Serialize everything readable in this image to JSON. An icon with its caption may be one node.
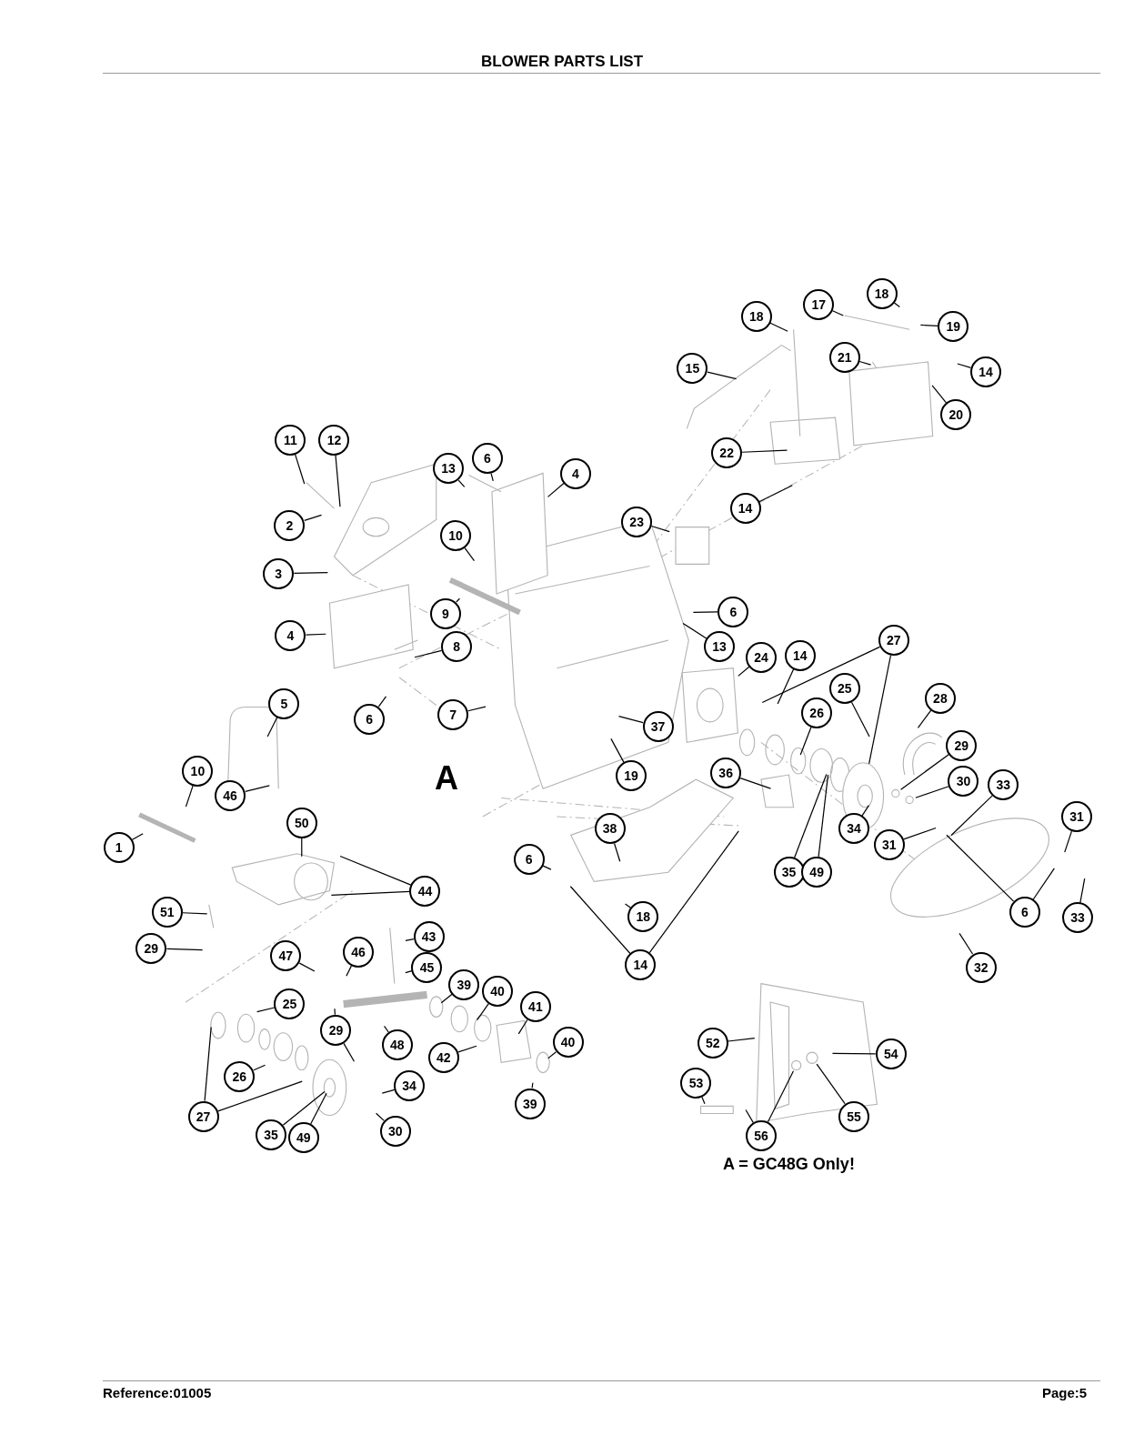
{
  "diagram": {
    "title": "BLOWER PARTS LIST",
    "nodes": [
      {
        "text": [
          "11"
        ]
      },
      {
        "text": [
          "12"
        ]
      },
      {
        "text": [
          "2"
        ]
      },
      {
        "text": [
          "3"
        ]
      },
      {
        "text": [
          "13"
        ]
      },
      {
        "text": [
          "6"
        ]
      },
      {
        "text": [
          "4"
        ]
      },
      {
        "text": [
          "10"
        ]
      },
      {
        "text": [
          "9"
        ]
      },
      {
        "text": [
          "4"
        ]
      },
      {
        "text": [
          "8"
        ]
      },
      {
        "text": [
          "6"
        ]
      },
      {
        "text": [
          "7"
        ]
      },
      {
        "text": [
          "23"
        ]
      },
      {
        "text": [
          "15"
        ]
      },
      {
        "text": [
          "18"
        ]
      },
      {
        "text": [
          "17"
        ]
      },
      {
        "text": [
          "18"
        ]
      },
      {
        "text": [
          "19"
        ]
      },
      {
        "text": [
          "21"
        ]
      },
      {
        "text": [
          "14"
        ]
      },
      {
        "text": [
          "20"
        ]
      },
      {
        "text": [
          "22"
        ]
      },
      {
        "text": [
          "14"
        ]
      },
      {
        "text": [
          "6"
        ]
      },
      {
        "text": [
          "13"
        ]
      },
      {
        "text": [
          "24"
        ]
      },
      {
        "text": [
          "14"
        ]
      },
      {
        "text": [
          "27"
        ]
      },
      {
        "text": [
          "25"
        ]
      },
      {
        "text": [
          "26"
        ]
      },
      {
        "text": [
          "36"
        ]
      },
      {
        "text": [
          "37"
        ]
      },
      {
        "text": [
          "19"
        ]
      },
      {
        "text": [
          "28"
        ]
      },
      {
        "text": [
          "29"
        ]
      },
      {
        "text": [
          "30"
        ]
      },
      {
        "text": [
          "33"
        ]
      },
      {
        "text": [
          "31"
        ]
      },
      {
        "text": [
          "34"
        ]
      },
      {
        "text": [
          "31"
        ]
      },
      {
        "text": [
          "6"
        ]
      },
      {
        "text": [
          "33"
        ]
      },
      {
        "text": [
          "32"
        ]
      },
      {
        "text": [
          "35"
        ]
      },
      {
        "text": [
          "49"
        ]
      },
      {
        "text": [
          "38"
        ]
      },
      {
        "text": [
          "6"
        ]
      },
      {
        "text": [
          "18"
        ]
      },
      {
        "text": [
          "14"
        ]
      },
      {
        "text": [
          "5"
        ]
      },
      {
        "text": [
          "10"
        ]
      },
      {
        "text": [
          "46"
        ]
      },
      {
        "text": [
          "50"
        ]
      },
      {
        "text": [
          "1"
        ]
      },
      {
        "text": [
          "44"
        ]
      },
      {
        "text": [
          "51"
        ]
      },
      {
        "text": [
          "29"
        ]
      },
      {
        "text": [
          "47"
        ]
      },
      {
        "text": [
          "46"
        ]
      },
      {
        "text": [
          "43"
        ]
      },
      {
        "text": [
          "45"
        ]
      },
      {
        "text": [
          "39"
        ]
      },
      {
        "text": [
          "40"
        ]
      },
      {
        "text": [
          "41"
        ]
      },
      {
        "text": [
          "29"
        ]
      },
      {
        "text": [
          "48"
        ]
      },
      {
        "text": [
          "25"
        ]
      },
      {
        "text": [
          "42"
        ]
      },
      {
        "text": [
          "40"
        ]
      },
      {
        "text": [
          "26"
        ]
      },
      {
        "text": [
          "27"
        ]
      },
      {
        "text": [
          "34"
        ]
      },
      {
        "text": [
          "30"
        ]
      },
      {
        "text": [
          "35"
        ]
      },
      {
        "text": [
          "49"
        ]
      },
      {
        "text": [
          "39"
        ]
      },
      {
        "text": [
          "52"
        ]
      },
      {
        "text": [
          "54"
        ]
      },
      {
        "text": [
          "53"
        ]
      },
      {
        "text": [
          "55"
        ]
      },
      {
        "text": [
          "56"
        ]
      }
    ],
    "edges": [
      {
        "from": 0,
        "to": null,
        "arrow": "none"
      },
      {
        "from": 1,
        "to": null,
        "arrow": "none"
      },
      {
        "from": 2,
        "to": null,
        "arrow": "none"
      },
      {
        "from": 3,
        "to": null,
        "arrow": "none"
      },
      {
        "from": 4,
        "to": null,
        "arrow": "none"
      },
      {
        "from": 5,
        "to": null,
        "arrow": "none"
      },
      {
        "from": 6,
        "to": null,
        "arrow": "none"
      },
      {
        "from": 7,
        "to": null,
        "arrow": "none"
      },
      {
        "from": 8,
        "to": null,
        "arrow": "none"
      },
      {
        "from": 9,
        "to": null,
        "arrow": "none"
      },
      {
        "from": 10,
        "to": null,
        "arrow": "none"
      },
      {
        "from": 11,
        "to": null,
        "arrow": "none"
      },
      {
        "from": 12,
        "to": null,
        "arrow": "none"
      },
      {
        "from": 13,
        "to": null,
        "arrow": "none"
      },
      {
        "from": 14,
        "to": null,
        "arrow": "none"
      },
      {
        "from": 15,
        "to": null,
        "arrow": "none"
      },
      {
        "from": 16,
        "to": null,
        "arrow": "none"
      },
      {
        "from": 17,
        "to": null,
        "arrow": "none"
      },
      {
        "from": 18,
        "to": null,
        "arrow": "none"
      },
      {
        "from": 19,
        "to": null,
        "arrow": "none"
      },
      {
        "from": 20,
        "to": null,
        "arrow": "none"
      },
      {
        "from": 21,
        "to": null,
        "arrow": "none"
      },
      {
        "from": 22,
        "to": null,
        "arrow": "none"
      },
      {
        "from": 23,
        "to": null,
        "arrow": "none"
      },
      {
        "from": 24,
        "to": null,
        "arrow": "none"
      },
      {
        "from": 25,
        "to": null,
        "arrow": "none"
      },
      {
        "from": 26,
        "to": null,
        "arrow": "none"
      },
      {
        "from": 27,
        "to": null,
        "arrow": "none"
      },
      {
        "from": 28,
        "to": null,
        "arrow": "none"
      },
      {
        "from": 28,
        "to": null,
        "arrow": "none"
      },
      {
        "from": 29,
        "to": null,
        "arrow": "none"
      },
      {
        "from": 30,
        "to": null,
        "arrow": "none"
      },
      {
        "from": 31,
        "to": null,
        "arrow": "none"
      },
      {
        "from": 32,
        "to": null,
        "arrow": "none"
      },
      {
        "from": 33,
        "to": null,
        "arrow": "none"
      },
      {
        "from": 34,
        "to": null,
        "arrow": "none"
      },
      {
        "from": 35,
        "to": null,
        "arrow": "none"
      },
      {
        "from": 36,
        "to": null,
        "arrow": "none"
      },
      {
        "from": 37,
        "to": null,
        "arrow": "none"
      },
      {
        "from": 38,
        "to": null,
        "arrow": "none"
      },
      {
        "from": 39,
        "to": null,
        "arrow": "none"
      },
      {
        "from": 40,
        "to": null,
        "arrow": "none"
      },
      {
        "from": 41,
        "to": null,
        "arrow": "none"
      },
      {
        "from": 41,
        "to": null,
        "arrow": "none"
      },
      {
        "from": 42,
        "to": null,
        "arrow": "none"
      },
      {
        "from": 43,
        "to": null,
        "arrow": "none"
      },
      {
        "from": 44,
        "to": null,
        "arrow": "none"
      },
      {
        "from": 45,
        "to": null,
        "arrow": "none"
      },
      {
        "from": 46,
        "to": null,
        "arrow": "none"
      },
      {
        "from": 47,
        "to": null,
        "arrow": "none"
      },
      {
        "from": 48,
        "to": null,
        "arrow": "none"
      },
      {
        "from": 49,
        "to": null,
        "arrow": "none"
      },
      {
        "from": 49,
        "to": null,
        "arrow": "none"
      },
      {
        "from": 50,
        "to": null,
        "arrow": "none"
      },
      {
        "from": 51,
        "to": null,
        "arrow": "none"
      },
      {
        "from": 52,
        "to": null,
        "arrow": "none"
      },
      {
        "from": 53,
        "to": null,
        "arrow": "none"
      },
      {
        "from": 54,
        "to": null,
        "arrow": "none"
      },
      {
        "from": 55,
        "to": null,
        "arrow": "none"
      },
      {
        "from": 55,
        "to": null,
        "arrow": "none"
      },
      {
        "from": 56,
        "to": null,
        "arrow": "none"
      },
      {
        "from": 57,
        "to": null,
        "arrow": "none"
      },
      {
        "from": 58,
        "to": null,
        "arrow": "none"
      },
      {
        "from": 59,
        "to": null,
        "arrow": "none"
      },
      {
        "from": 60,
        "to": null,
        "arrow": "none"
      },
      {
        "from": 61,
        "to": null,
        "arrow": "none"
      },
      {
        "from": 62,
        "to": null,
        "arrow": "none"
      },
      {
        "from": 63,
        "to": null,
        "arrow": "none"
      },
      {
        "from": 64,
        "to": null,
        "arrow": "none"
      },
      {
        "from": 65,
        "to": null,
        "arrow": "none"
      },
      {
        "from": 65,
        "to": null,
        "arrow": "none"
      },
      {
        "from": 66,
        "to": null,
        "arrow": "none"
      },
      {
        "from": 67,
        "to": null,
        "arrow": "none"
      },
      {
        "from": 68,
        "to": null,
        "arrow": "none"
      },
      {
        "from": 69,
        "to": null,
        "arrow": "none"
      },
      {
        "from": 70,
        "to": null,
        "arrow": "none"
      },
      {
        "from": 71,
        "to": null,
        "arrow": "none"
      },
      {
        "from": 71,
        "to": null,
        "arrow": "none"
      },
      {
        "from": 72,
        "to": null,
        "arrow": "none"
      },
      {
        "from": 73,
        "to": null,
        "arrow": "none"
      },
      {
        "from": 74,
        "to": null,
        "arrow": "none"
      },
      {
        "from": 75,
        "to": null,
        "arrow": "none"
      },
      {
        "from": 76,
        "to": null,
        "arrow": "none"
      },
      {
        "from": 77,
        "to": null,
        "arrow": "none"
      },
      {
        "from": 78,
        "to": null,
        "arrow": "none"
      },
      {
        "from": 79,
        "to": null,
        "arrow": "none"
      },
      {
        "from": 80,
        "to": null,
        "arrow": "none"
      },
      {
        "from": 81,
        "to": null,
        "arrow": "none"
      },
      {
        "from": 81,
        "to": null,
        "arrow": "none"
      }
    ],
    "labels": [
      "A",
      "A = GC48G Only!",
      "Reference:01005",
      "Page:5"
    ]
  }
}
